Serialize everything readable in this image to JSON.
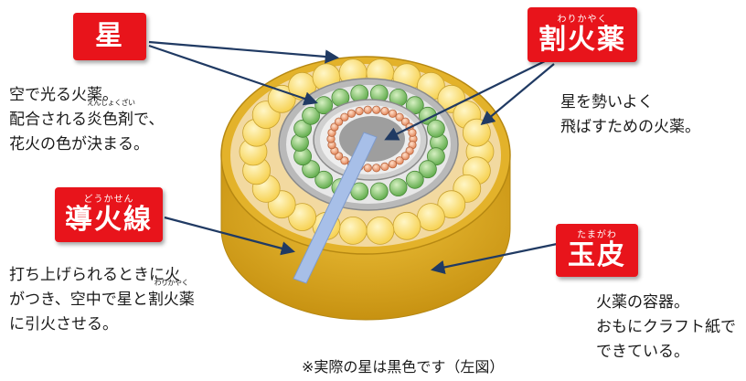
{
  "labels": {
    "star": {
      "main": "星"
    },
    "burst": {
      "ruby": "わりかやく",
      "main": "割火薬"
    },
    "fuse": {
      "ruby": "どうかせん",
      "main": "導火線"
    },
    "shell": {
      "ruby": "たまがわ",
      "main": "玉皮"
    }
  },
  "descriptions": {
    "star": {
      "line1": "空で光る火薬。",
      "line2_pre": "配合される",
      "line2_ruby_base": "炎色剤",
      "line2_ruby": "えんしょくざい",
      "line2_post": "で、",
      "line3": "花火の色が決まる。"
    },
    "burst": {
      "line1": "星を勢いよく",
      "line2": "飛ばすための火薬。"
    },
    "fuse": {
      "line1": "打ち上げられるときに火",
      "line2_pre": "がつき、空中で星と",
      "line2_ruby_base": "割火薬",
      "line2_ruby": "わりかやく",
      "line3": "に引火させる。"
    },
    "shell": {
      "line1": "火薬の容器。",
      "line2": "おもにクラフト紙で",
      "line3": "できている。"
    }
  },
  "footnote": "※実際の星は黒色です（左図）",
  "colors": {
    "label_red": "#e8141b",
    "shell_gold": "#d9a416",
    "outer_stars": "#ffe27a",
    "inner_stars": "#8ecb6c",
    "core_beads": "#f0a47a",
    "fuse_blue": "#a7bfe8",
    "arrow_navy": "#203a63"
  }
}
